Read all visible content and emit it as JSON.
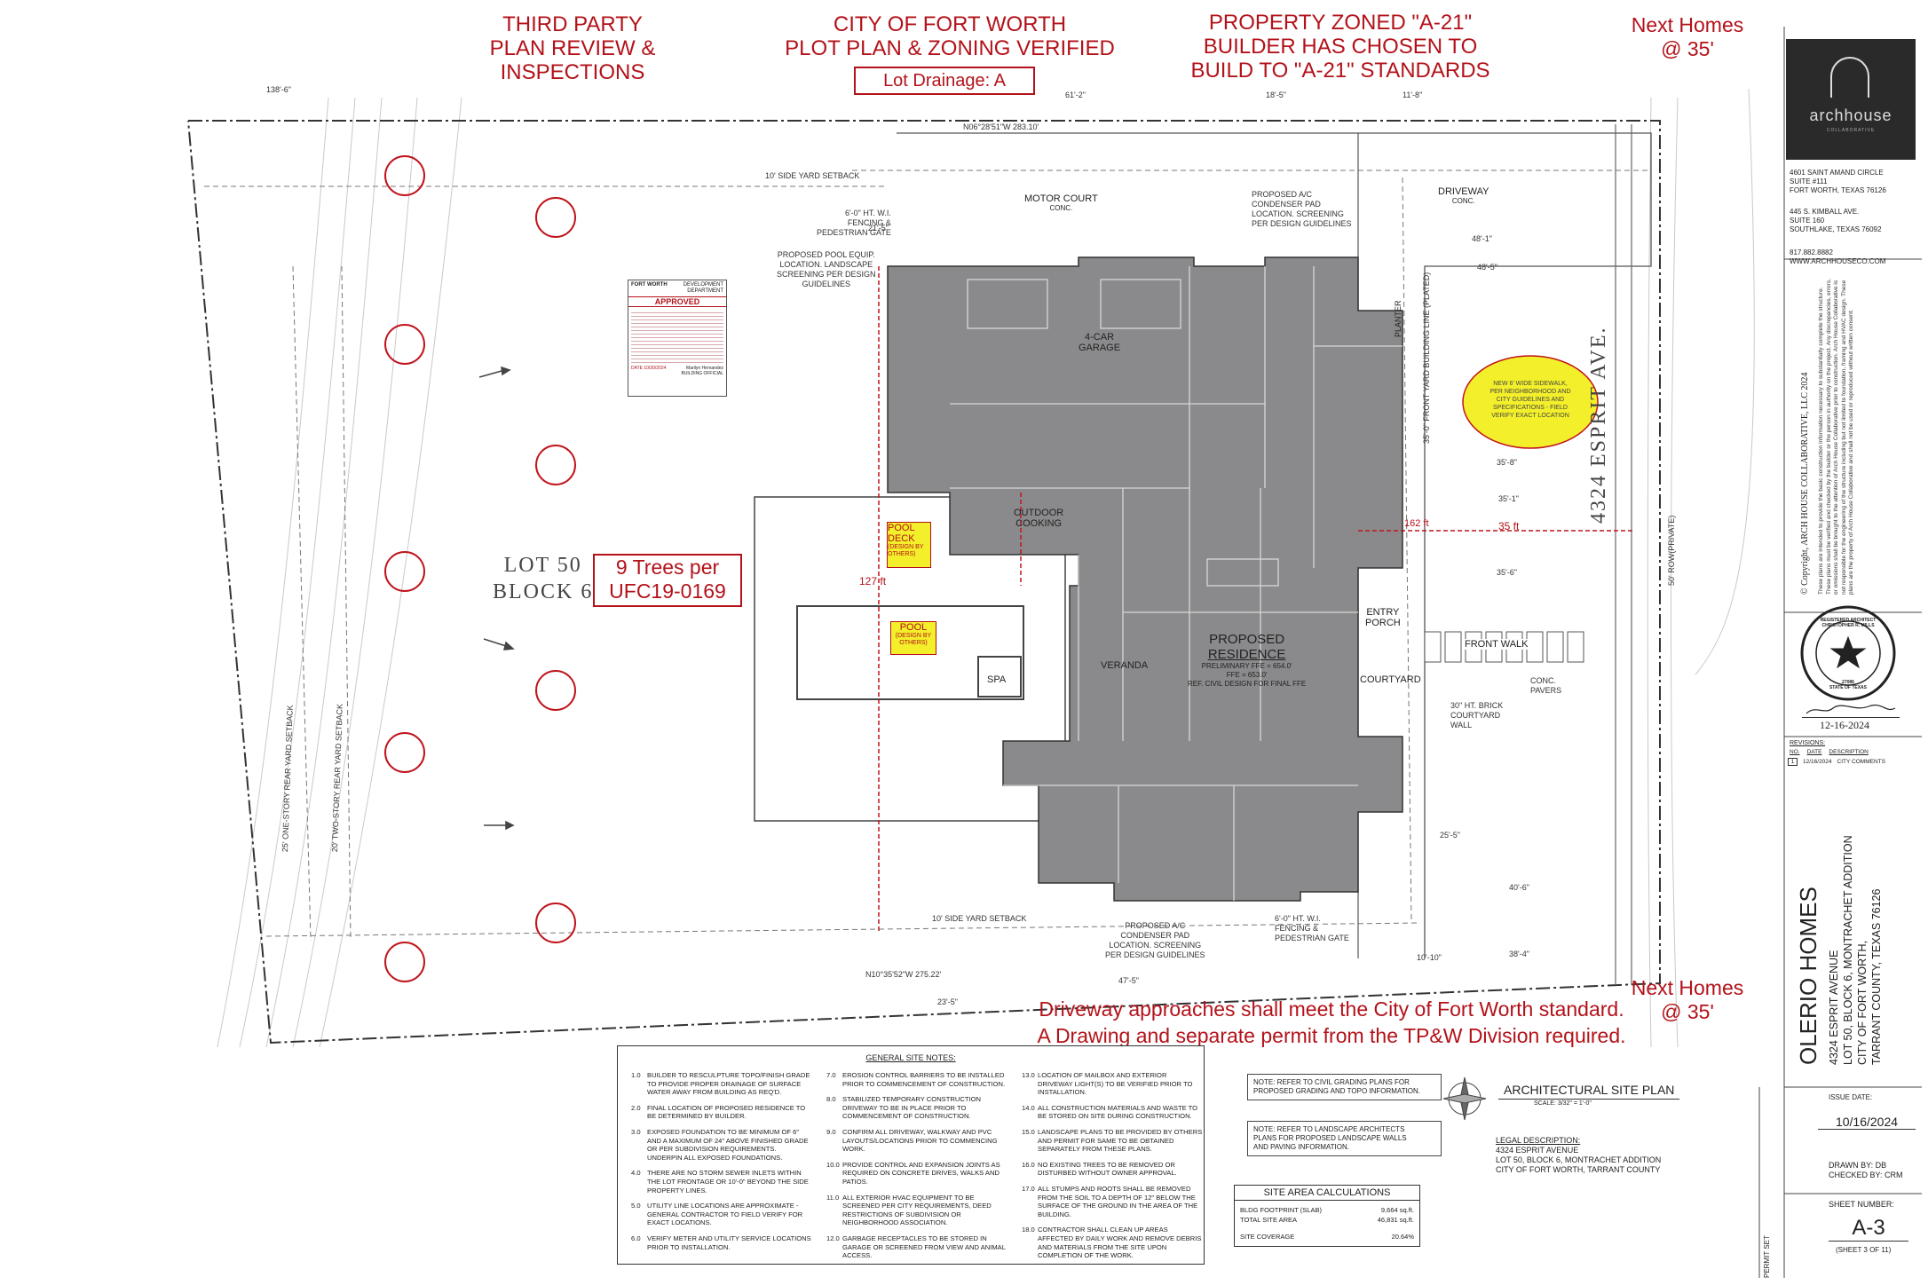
{
  "annotations": {
    "third_party": [
      "THIRD PARTY",
      "PLAN REVIEW &",
      "INSPECTIONS"
    ],
    "city": [
      "CITY OF FORT WORTH",
      "PLOT PLAN & ZONING VERIFIED"
    ],
    "lot_drainage": "Lot Drainage: A",
    "zoning": [
      "PROPERTY ZONED \"A-21\"",
      "BUILDER HAS CHOSEN TO",
      "BUILD TO \"A-21\" STANDARDS"
    ],
    "next_homes_top": [
      "Next Homes",
      "@ 35'"
    ],
    "next_homes_bottom": [
      "Next Homes",
      "@ 35'"
    ],
    "trees": [
      "9 Trees per",
      "UFC19-0169"
    ],
    "driveway_note": [
      "Driveway approaches shall meet the City of Fort Worth standard.",
      "A Drawing and separate permit from the TP&W Division required."
    ],
    "dim_127": "127 ft",
    "dim_35": "35 ft",
    "dim_162": "162 ft"
  },
  "plan": {
    "lot": "LOT 50",
    "block": "BLOCK 6",
    "street": "4324 ESPRIT AVE.",
    "rooms": {
      "garage": [
        "4-CAR",
        "GARAGE"
      ],
      "motor_court": [
        "MOTOR COURT",
        "CONC."
      ],
      "driveway": [
        "DRIVEWAY",
        "CONC."
      ],
      "outdoor_cooking": [
        "OUTDOOR",
        "COOKING"
      ],
      "veranda": "VERANDA",
      "residence": [
        "PROPOSED",
        "RESIDENCE"
      ],
      "residence_sub": [
        "PRELIMINARY FFE = 654.0'",
        "FFE = 653.0'",
        "REF. CIVIL DESIGN FOR FINAL FFE"
      ],
      "entry_porch": [
        "ENTRY",
        "PORCH"
      ],
      "front_walk": "FRONT WALK",
      "courtyard": "COURTYARD",
      "spa": "SPA",
      "planter": "PLANTER",
      "pool_deck": [
        "POOL",
        "DECK"
      ],
      "pool_deck_sub": [
        "(DESIGN BY",
        "OTHERS)"
      ],
      "pool": "POOL",
      "pool_sub": [
        "(DESIGN BY",
        "OTHERS)"
      ]
    },
    "notes": {
      "side_setback_top": "10' SIDE YARD SETBACK",
      "side_setback_bottom": "10' SIDE YARD SETBACK",
      "rear_setback_1": "25' ONE-STORY REAR YARD SETBACK",
      "rear_setback_2": "20' TWO-STORY REAR YARD SETBACK",
      "fencing_top": [
        "6'-0\" HT. W.I.",
        "FENCING &",
        "PEDESTRIAN GATE"
      ],
      "fencing_bottom": [
        "6'-0\" HT. W.I.",
        "FENCING &",
        "PEDESTRIAN GATE"
      ],
      "pool_equip": [
        "PROPOSED POOL EQUIP.",
        "LOCATION. LANDSCAPE",
        "SCREENING PER DESIGN",
        "GUIDELINES"
      ],
      "ac_top": [
        "PROPOSED A/C",
        "CONDENSER PAD",
        "LOCATION. SCREENING",
        "PER DESIGN GUIDELINES"
      ],
      "ac_bottom": [
        "PROPOSED A/C",
        "CONDENSER PAD",
        "LOCATION. SCREENING",
        "PER DESIGN GUIDELINES"
      ],
      "sidewalk": [
        "NEW 6' WIDE SIDEWALK,",
        "PER NEIGHBORHOOD AND",
        "CITY GUIDELINES AND",
        "SPECIFICATIONS - FIELD",
        "VERIFY EXACT LOCATION"
      ],
      "brick_wall": [
        "30\" HT. BRICK",
        "COURTYARD",
        "WALL"
      ],
      "pavers": [
        "CONC.",
        "PAVERS"
      ],
      "row": "50' ROW(PRIVATE)",
      "front_bl": "35'-0\" FRONT YARD BUILDING LINE (PLATED)"
    },
    "dims": [
      "138'-6\"",
      "61'-2\"",
      "18'-5\"",
      "11'-8\"",
      "48'-1\"",
      "48'-5\"",
      "35'-1\"",
      "35'-6\"",
      "35'-8\"",
      "40'-6\"",
      "38'-4\"",
      "25'-5\"",
      "47'-5\"",
      "10'-10\"",
      "23'-5\"",
      "21'-5\""
    ],
    "bearings": [
      "N06°28'51\"W 283.10'",
      "N10°35'52\"W 275.22'"
    ]
  },
  "stamp": {
    "header_left": "FORT WORTH",
    "header_right": [
      "DEVELOPMENT",
      "DEPARTMENT"
    ],
    "approved": "APPROVED",
    "date": "DATE 10/30/2024",
    "official": "Marilyn Hernandez",
    "official_title": "BUILDING OFFICIAL"
  },
  "general_notes": {
    "title": "GENERAL SITE NOTES:",
    "col1": [
      {
        "n": "1.0",
        "t": "BUILDER TO RESCULPTURE TOPO/FINISH GRADE TO PROVIDE PROPER DRAINAGE OF SURFACE WATER AWAY FROM BUILDING AS REQ'D."
      },
      {
        "n": "2.0",
        "t": "FINAL LOCATION OF PROPOSED RESIDENCE TO BE DETERMINED BY BUILDER."
      },
      {
        "n": "3.0",
        "t": "EXPOSED FOUNDATION TO BE MINIMUM OF 6\" AND A MAXIMUM OF 24\" ABOVE FINISHED GRADE OR PER SUBDIVISION REQUIREMENTS. UNDERPIN ALL EXPOSED FOUNDATIONS."
      },
      {
        "n": "4.0",
        "t": "THERE ARE NO STORM SEWER INLETS WITHIN THE LOT FRONTAGE OR 10'-0\" BEYOND THE SIDE PROPERTY LINES."
      },
      {
        "n": "5.0",
        "t": "UTILITY LINE LOCATIONS ARE APPROXIMATE - GENERAL CONTRACTOR TO FIELD VERIFY FOR EXACT LOCATIONS."
      },
      {
        "n": "6.0",
        "t": "VERIFY METER AND UTILITY SERVICE LOCATIONS PRIOR TO INSTALLATION."
      }
    ],
    "col2": [
      {
        "n": "7.0",
        "t": "EROSION CONTROL BARRIERS TO BE INSTALLED PRIOR TO COMMENCEMENT OF CONSTRUCTION."
      },
      {
        "n": "8.0",
        "t": "STABILIZED TEMPORARY CONSTRUCTION DRIVEWAY TO BE IN PLACE PRIOR TO COMMENCEMENT OF CONSTRUCTION."
      },
      {
        "n": "9.0",
        "t": "CONFIRM ALL DRIVEWAY, WALKWAY AND PVC LAYOUTS/LOCATIONS PRIOR TO COMMENCING WORK."
      },
      {
        "n": "10.0",
        "t": "PROVIDE CONTROL AND EXPANSION JOINTS AS REQUIRED ON CONCRETE DRIVES, WALKS AND PATIOS."
      },
      {
        "n": "11.0",
        "t": "ALL EXTERIOR HVAC EQUIPMENT TO BE SCREENED PER CITY REQUIREMENTS, DEED RESTRICTIONS OF SUBDIVISION OR NEIGHBORHOOD ASSOCIATION."
      },
      {
        "n": "12.0",
        "t": "GARBAGE RECEPTACLES TO BE STORED IN GARAGE OR SCREENED FROM VIEW AND ANIMAL ACCESS."
      }
    ],
    "col3": [
      {
        "n": "13.0",
        "t": "LOCATION OF MAILBOX AND EXTERIOR DRIVEWAY LIGHT(S) TO BE VERIFIED PRIOR TO INSTALLATION."
      },
      {
        "n": "14.0",
        "t": "ALL CONSTRUCTION MATERIALS AND WASTE TO BE STORED ON SITE DURING CONSTRUCTION."
      },
      {
        "n": "15.0",
        "t": "LANDSCAPE PLANS TO BE PROVIDED BY OTHERS AND PERMIT FOR SAME TO BE OBTAINED SEPARATELY FROM THESE PLANS."
      },
      {
        "n": "16.0",
        "t": "NO EXISTING TREES TO BE REMOVED OR DISTURBED WITHOUT OWNER APPROVAL."
      },
      {
        "n": "17.0",
        "t": "ALL STUMPS AND ROOTS SHALL BE REMOVED FROM THE SOIL TO A DEPTH OF 12\" BELOW THE SURFACE OF THE GROUND IN THE AREA OF THE BUILDING."
      },
      {
        "n": "18.0",
        "t": "CONTRACTOR SHALL CLEAN UP AREAS AFFECTED BY DAILY WORK AND REMOVE DEBRIS AND MATERIALS FROM THE SITE UPON COMPLETION OF THE WORK."
      }
    ]
  },
  "refs": {
    "civil": [
      "NOTE: REFER TO CIVIL GRADING PLANS FOR",
      "PROPOSED GRADING AND TOPO INFORMATION."
    ],
    "landscape": [
      "NOTE: REFER TO LANDSCAPE ARCHITECTS",
      "PLANS FOR PROPOSED LANDSCAPE WALLS",
      "AND PAVING INFORMATION."
    ]
  },
  "site_area": {
    "title": "SITE AREA CALCULATIONS",
    "rows": [
      {
        "label": "BLDG FOOTPRINT (SLAB)",
        "value": "9,664 sq.ft."
      },
      {
        "label": "TOTAL SITE AREA",
        "value": "46,831 sq.ft."
      },
      {
        "label": "SITE COVERAGE",
        "value": "20.64%"
      }
    ]
  },
  "site_plan_title": "ARCHITECTURAL SITE PLAN",
  "scale": "SCALE: 3/32\" = 1'-0\"",
  "legal": {
    "title": "LEGAL DESCRIPTION:",
    "lines": [
      "4324 ESPRIT AVENUE",
      "LOT 50, BLOCK 6, MONTRACHET ADDITION",
      "CITY OF FORT WORTH, TARRANT COUNTY"
    ]
  },
  "title_block": {
    "logo_text": "archhouse",
    "logo_sub": "COLLABORATIVE",
    "addr1": [
      "4601 SAINT AMAND CIRCLE",
      "SUITE #111",
      "FORT WORTH, TEXAS 76126"
    ],
    "addr2": [
      "445 S. KIMBALL AVE.",
      "SUITE 160",
      "SOUTHLAKE, TEXAS 76092"
    ],
    "phone": "817.882.8882",
    "web": "WWW.ARCHHOUSECO.COM",
    "copyright": "© Copyright, ARCH HOUSE COLLABORATIVE, LLC 2024",
    "disclaimer": "These plans are intended to provide the basic construction information necessary to substantially complete the structure. These plans must be verified and checked by the builder or the person in authority on the project. Any discrepancies, errors, or omissions shall be brought to the attention of Arch House Collaborative prior to construction. Arch House Collaborative is not responsible for the engineering of the structure including but not limited to foundation, framing and HVAC design. These plans are the property of Arch House Collaborative and shall not be used or reproduced without written consent.",
    "architect_seal": [
      "REGISTERED ARCHITECT",
      "CHRISTOPHER R. MILLS",
      "27086",
      "STATE OF TEXAS"
    ],
    "seal_date": "12-16-2024",
    "revisions_label": "REVISIONS:",
    "rev_headers": [
      "NO.",
      "DATE",
      "DESCRIPTION"
    ],
    "revision": {
      "no": "1",
      "date": "12/16/2024",
      "desc": "CITY COMMENTS"
    },
    "client": "OLERIO HOMES",
    "project_lines": [
      "4324 ESPRIT AVENUE",
      "LOT 50, BLOCK 6, MONTRACHET ADDITION",
      "CITY OF FORT WORTH,",
      "TARRANT COUNTY, TEXAS 76126"
    ],
    "permit_set": "PERMIT SET",
    "issue_label": "ISSUE DATE:",
    "issue_date": "10/16/2024",
    "drawn_by": "DRAWN BY:  DB",
    "checked_by": "CHECKED BY:  CRM",
    "sheet_label": "SHEET NUMBER:",
    "sheet_number": "A-3",
    "sheet_of": "(SHEET 3 OF 11)"
  },
  "colors": {
    "red": "#b3121a",
    "building": "#8a8a8c",
    "highlight": "#f3ef2a"
  }
}
